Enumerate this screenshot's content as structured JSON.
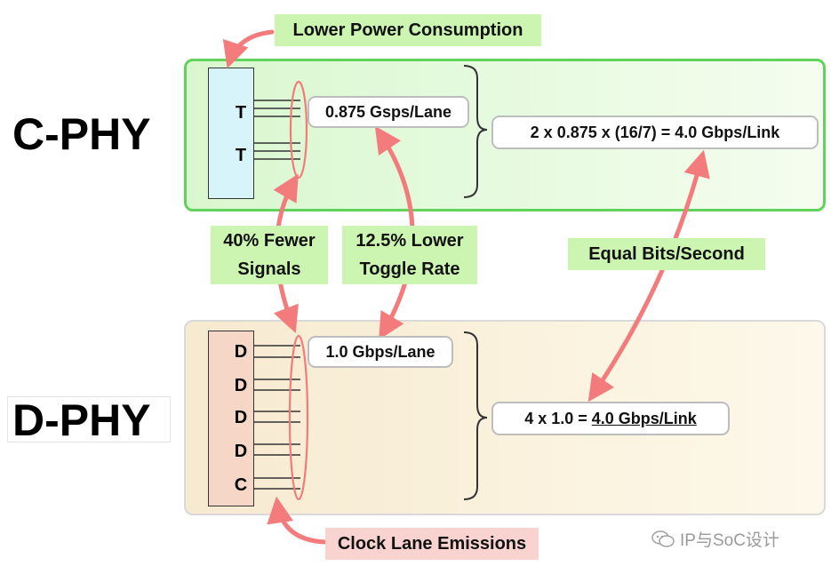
{
  "labels": {
    "cphy": "C-PHY",
    "dphy": "D-PHY"
  },
  "callouts": {
    "lower_power": "Lower Power Consumption",
    "fewer_signals_line1": "40% Fewer",
    "fewer_signals_line2": "Signals",
    "toggle_line1": "12.5% Lower",
    "toggle_line2": "Toggle Rate",
    "equal_bits": "Equal Bits/Second",
    "clock_emissions": "Clock Lane Emissions"
  },
  "cphy": {
    "pins": [
      "T",
      "T"
    ],
    "lane_rate": "0.875 Gsps/Lane",
    "link_rate": "2 x 0.875 x (16/7) = 4.0 Gbps/Link"
  },
  "dphy": {
    "pins": [
      "D",
      "D",
      "D",
      "D",
      "C"
    ],
    "lane_rate": "1.0 Gbps/Lane",
    "link_rate_prefix": "4 x 1.0 = ",
    "link_rate_value": "4.0 Gbps/Link"
  },
  "watermark": "IP与SoC设计",
  "colors": {
    "arrow": "#f37b7b",
    "cphy_border": "#5fd35a",
    "callout_green": "#ccf5b2",
    "callout_pink": "#f9d3cf",
    "cphy_pin_box": "#d8f4fb",
    "dphy_pin_box": "#f6d6c6"
  }
}
